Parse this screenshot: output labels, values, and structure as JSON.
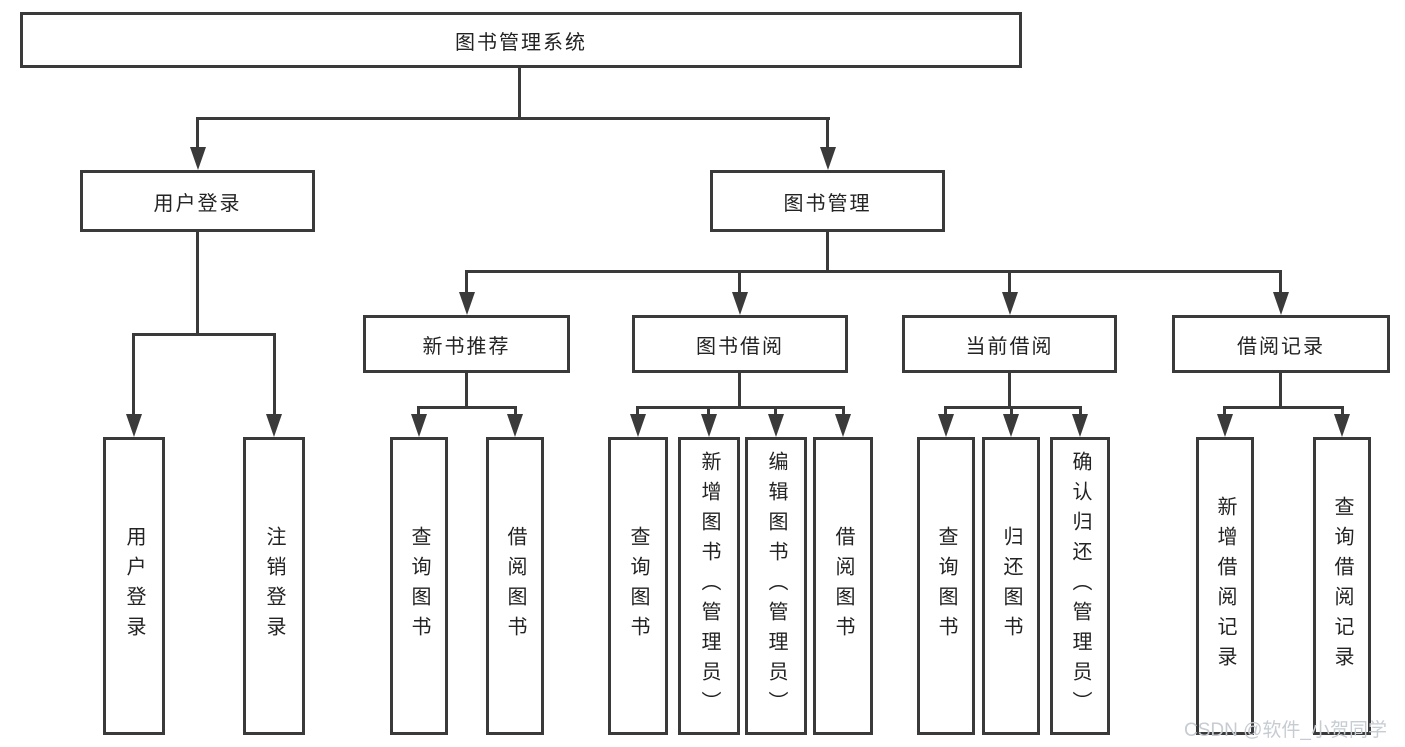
{
  "tree": {
    "root": {
      "label": "图书管理系统"
    },
    "branches": [
      {
        "label": "用户登录",
        "children": [
          {
            "label": "用户登录"
          },
          {
            "label": "注销登录"
          }
        ]
      },
      {
        "label": "图书管理",
        "children": [
          {
            "label": "新书推荐",
            "children": [
              {
                "label": "查询图书"
              },
              {
                "label": "借阅图书"
              }
            ]
          },
          {
            "label": "图书借阅",
            "children": [
              {
                "label": "查询图书"
              },
              {
                "label": "新增图书（管理员）"
              },
              {
                "label": "编辑图书（管理员）"
              },
              {
                "label": "借阅图书"
              }
            ]
          },
          {
            "label": "当前借阅",
            "children": [
              {
                "label": "查询图书"
              },
              {
                "label": "归还图书"
              },
              {
                "label": "确认归还（管理员）"
              }
            ]
          },
          {
            "label": "借阅记录",
            "children": [
              {
                "label": "新增借阅记录"
              },
              {
                "label": "查询借阅记录"
              }
            ]
          }
        ]
      }
    ]
  },
  "watermark": {
    "text": "CSDN @软件_小贺同学"
  },
  "colors": {
    "line": "#3a3a3a",
    "text": "#232323",
    "background": "#ffffff",
    "watermark": "#c6ccd2"
  }
}
